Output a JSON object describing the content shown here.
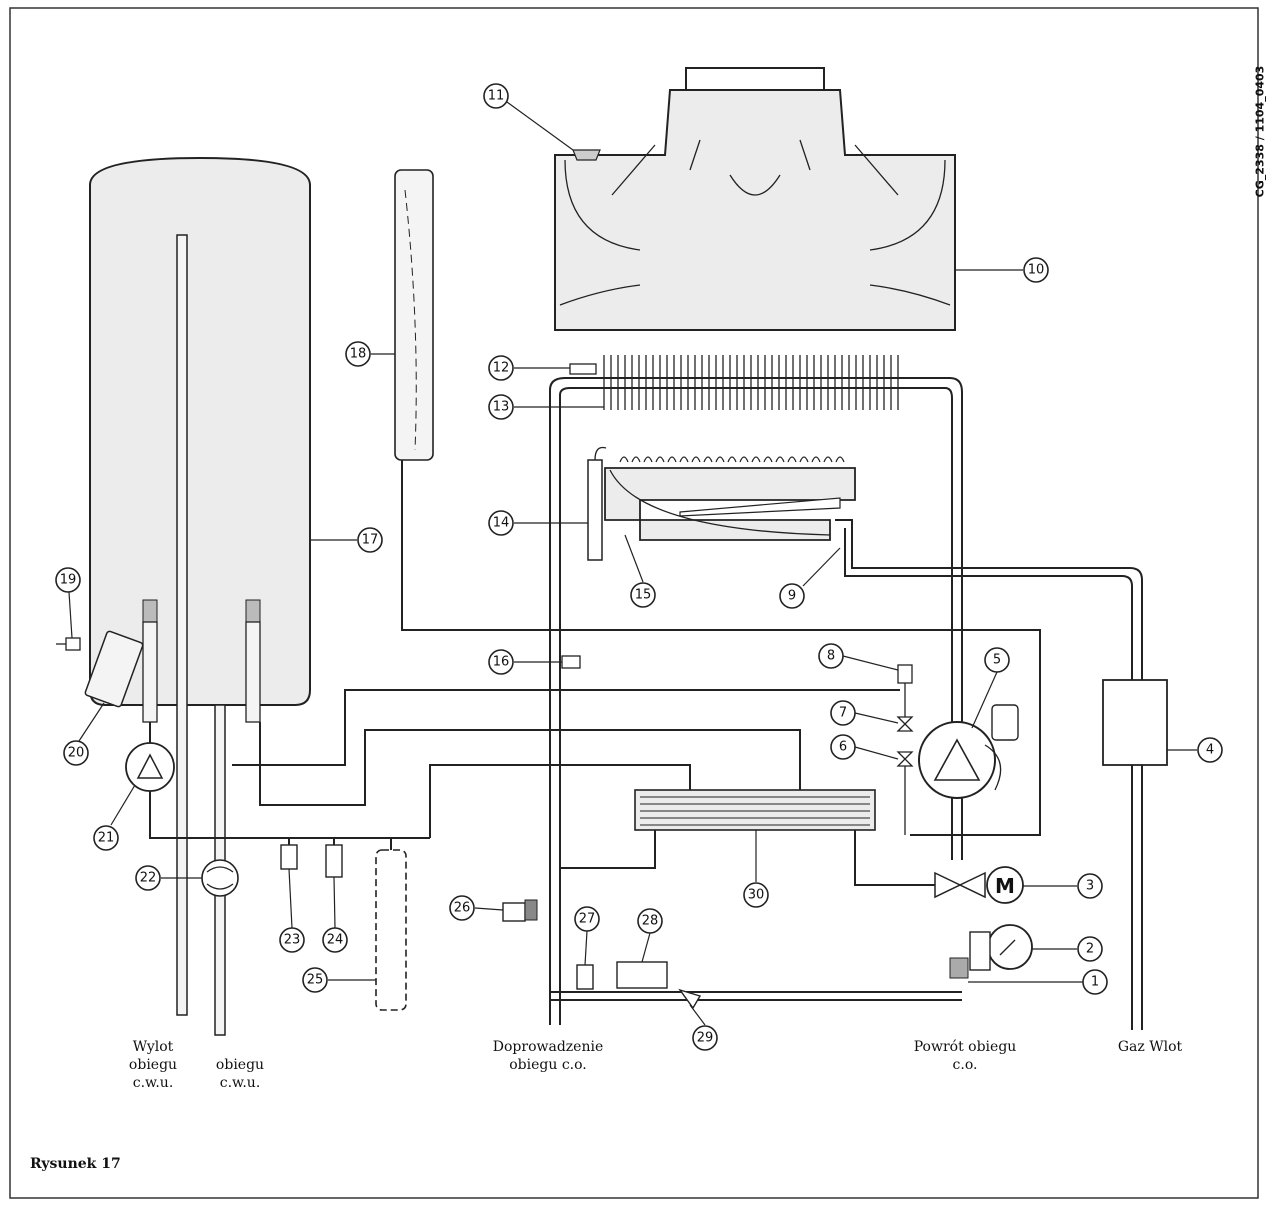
{
  "document_code": "CG_2338 / 1104_0403",
  "figure_label": "Rysunek 17",
  "connection_labels": {
    "hot_water_outlet": [
      "Wylot",
      "obiegu",
      "c.w.u."
    ],
    "hot_water_inlet": [
      "obiegu",
      "c.w.u."
    ],
    "heating_flow": [
      "Doprowadzenie",
      "obiegu c.o."
    ],
    "heating_return": [
      "Powrót obiegu",
      "c.o."
    ],
    "gas_inlet": [
      "Gaz Wlot"
    ]
  },
  "callouts": [
    "1",
    "2",
    "3",
    "4",
    "5",
    "6",
    "7",
    "8",
    "9",
    "10",
    "11",
    "12",
    "13",
    "14",
    "15",
    "16",
    "17",
    "18",
    "19",
    "20",
    "21",
    "22",
    "23",
    "24",
    "25",
    "26",
    "27",
    "28",
    "29",
    "30"
  ],
  "colors": {
    "line": "#222222",
    "background": "#ffffff"
  }
}
